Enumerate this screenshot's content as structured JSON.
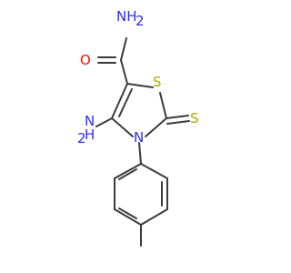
{
  "molecule": {
    "colors": {
      "bond": "#3b3b3b",
      "nitrogen": "#2b2bff",
      "oxygen": "#ff0d0d",
      "sulfur": "#b3a400"
    },
    "labels": {
      "amide_nitrogen": "NH",
      "amide_nitrogen_subscript": "2",
      "amide_oxygen": "O",
      "amino_nitrogen": "H",
      "amino_nitrogen_subscript": "2",
      "amino_nitrogen_main": "N",
      "ring_sulfur": "S",
      "thione_sulfur": "S",
      "ring_nitrogen": "N"
    }
  }
}
